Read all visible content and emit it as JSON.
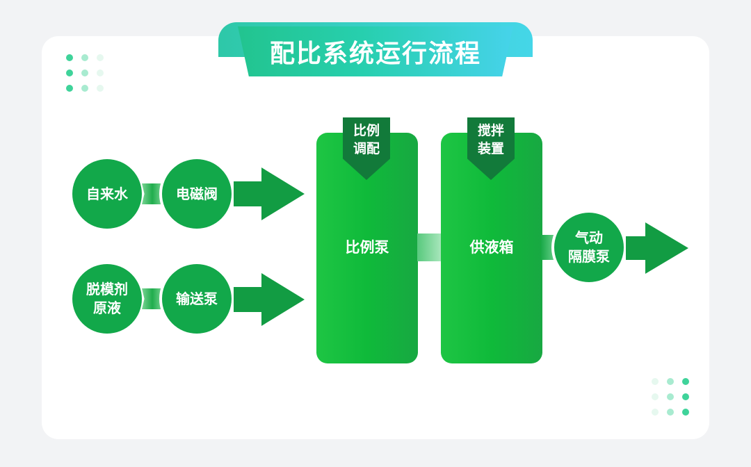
{
  "title": "配比系统运行流程",
  "colors": {
    "primary_green": "#12a84a",
    "tag_green": "#127a3a",
    "title_gradient_start": "#22c48f",
    "title_gradient_end": "#46d3ea"
  },
  "inputs": [
    {
      "source": "自来水",
      "device": "电磁阀"
    },
    {
      "source": "脱模剂\n原液",
      "device": "输送泵"
    }
  ],
  "boxes": [
    {
      "tag": "比例\n调配",
      "label": "比例泵"
    },
    {
      "tag": "搅拌\n装置",
      "label": "供液箱"
    }
  ],
  "output": {
    "label": "气动\n隔膜泵"
  }
}
